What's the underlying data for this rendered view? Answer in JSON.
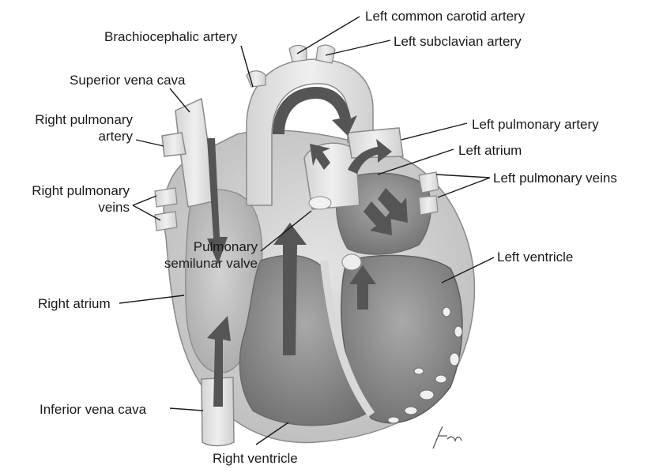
{
  "colors": {
    "background": "#ffffff",
    "heart_tissue": "#cfcfcf",
    "vessel_light": "#e6e6e6",
    "chamber_dark": "#7a7a7a",
    "flow_arrow": "#555555",
    "leader_line": "#1a1a1a"
  },
  "labels": {
    "left_common_carotid": "Left common carotid artery",
    "brachiocephalic": "Brachiocephalic artery",
    "left_subclavian": "Left subclavian artery",
    "superior_vena_cava": "Superior vena cava",
    "right_pulmonary_artery": [
      "Right pulmonary",
      "artery"
    ],
    "left_pulmonary_artery": "Left pulmonary artery",
    "left_atrium": "Left atrium",
    "left_pulmonary_veins": "Left pulmonary veins",
    "right_pulmonary_veins": [
      "Right pulmonary",
      "veins"
    ],
    "pulmonary_semilunar_valve": [
      "Pulmonary",
      "semilunar valve"
    ],
    "left_ventricle": "Left ventricle",
    "right_atrium": "Right atrium",
    "inferior_vena_cava": "Inferior vena cava",
    "right_ventricle": "Right ventricle"
  },
  "signature": "tina"
}
